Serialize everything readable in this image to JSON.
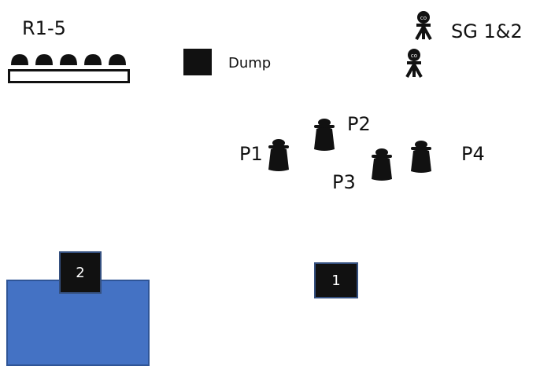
{
  "labels": {
    "rows": "R1-5",
    "dump": "Dump",
    "sg": "SG 1&2",
    "p1": "P1",
    "p2": "P2",
    "p3": "P3",
    "p4": "P4",
    "zone1": "1",
    "zone2": "2"
  },
  "colors": {
    "figure": "#111111",
    "zone_fill": "#4472c4",
    "zone_border": "#2f5597",
    "label_bg": "#111111",
    "label_text": "#ffffff"
  }
}
